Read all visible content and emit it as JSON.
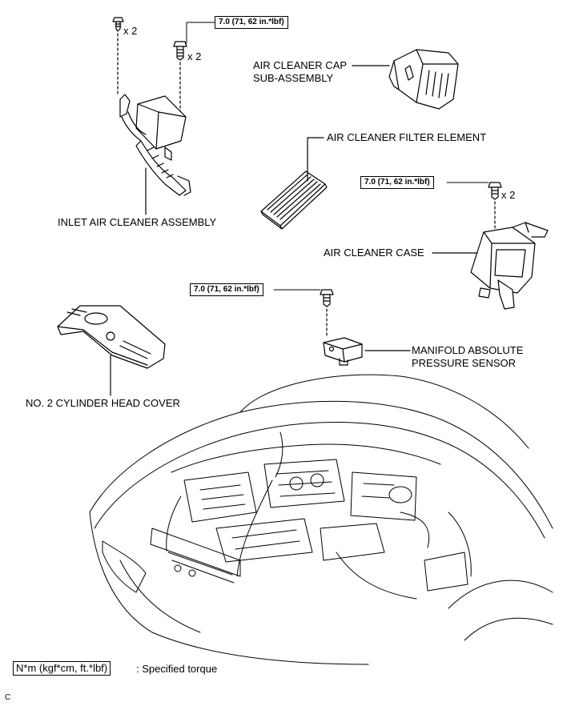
{
  "torque": {
    "inlet_bolt": "7.0 (71, 62 in.*lbf)",
    "case_bolt": "7.0 (71, 62 in.*lbf)",
    "sensor_bolt": "7.0 (71, 62 in.*lbf)"
  },
  "quantities": {
    "inlet_clip": "x 2",
    "inlet_bolt": "x 2",
    "case_bolt": "x 2"
  },
  "labels": {
    "cap_line1": "AIR CLEANER CAP",
    "cap_line2": "SUB-ASSEMBLY",
    "filter": "AIR CLEANER FILTER ELEMENT",
    "inlet": "INLET AIR CLEANER ASSEMBLY",
    "case": "AIR CLEANER CASE",
    "sensor_line1": "MANIFOLD ABSOLUTE",
    "sensor_line2": "PRESSURE SENSOR",
    "cover": "NO. 2 CYLINDER HEAD COVER"
  },
  "legend": {
    "box": "N*m (kgf*cm, ft.*lbf)",
    "text": ": Specified torque"
  },
  "corner_code": "C"
}
